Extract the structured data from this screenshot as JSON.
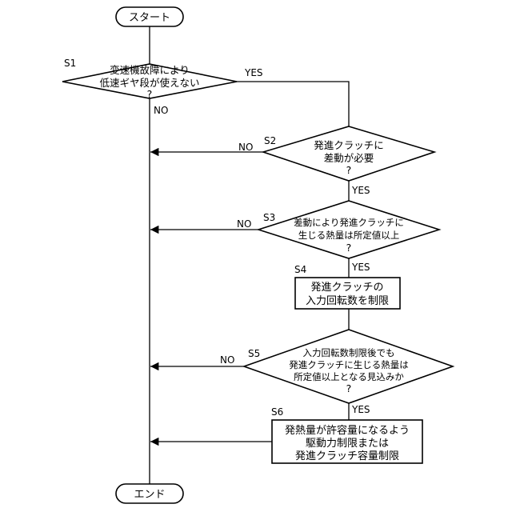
{
  "terminals": {
    "start": "スタート",
    "end": "エンド"
  },
  "steps": {
    "s1": {
      "id": "S1",
      "lines": [
        "変速機故障により",
        "低速ギヤ段が使えない",
        "?"
      ]
    },
    "s2": {
      "id": "S2",
      "lines": [
        "発進クラッチに",
        "差動が必要",
        "?"
      ]
    },
    "s3": {
      "id": "S3",
      "lines": [
        "差動により発進クラッチに",
        "生じる熱量は所定値以上",
        "?"
      ]
    },
    "s4": {
      "id": "S4",
      "lines": [
        "発進クラッチの",
        "入力回転数を制限"
      ]
    },
    "s5": {
      "id": "S5",
      "lines": [
        "入力回転数制限後でも",
        "発進クラッチに生じる熱量は",
        "所定値以上となる見込みか",
        "?"
      ]
    },
    "s6": {
      "id": "S6",
      "lines": [
        "発熱量が許容量になるよう",
        "駆動力制限または",
        "発進クラッチ容量制限"
      ]
    }
  },
  "branches": {
    "s1_yes": "YES",
    "s1_no": "NO",
    "s2_no": "NO",
    "s2_yes": "YES",
    "s3_no": "NO",
    "s3_yes": "YES",
    "s5_no": "NO",
    "s5_yes": "YES"
  }
}
